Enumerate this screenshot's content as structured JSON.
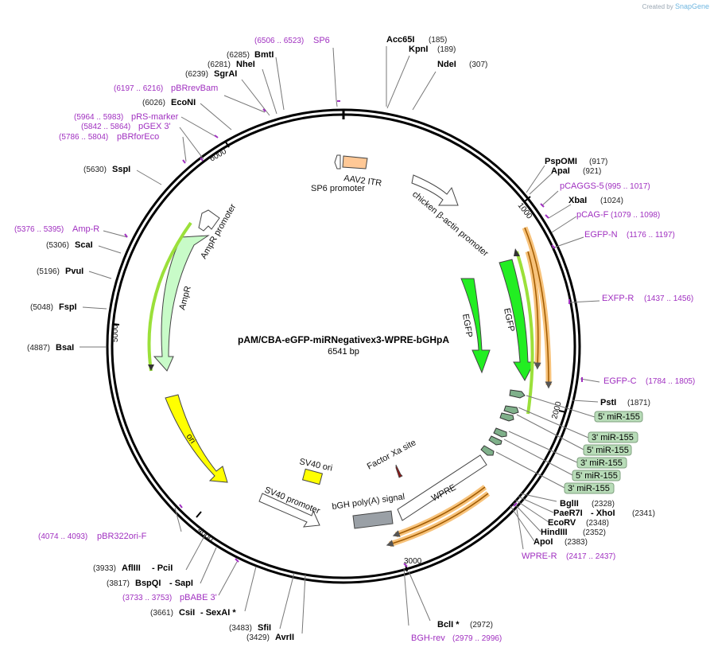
{
  "brand": {
    "created_by": "Created by",
    "product": "SnapGene"
  },
  "plasmid": {
    "name": "pAM/CBA-eGFP-miRNegativex3-WPRE-bGHpA",
    "size": "6541 bp"
  },
  "ticks": [
    "1000",
    "2000",
    "3000",
    "4000",
    "5000",
    "6000"
  ],
  "features": {
    "sp6_promoter": "SP6 promoter",
    "aav2_itr": "AAV2 ITR",
    "cba_promoter": "chicken β-actin promoter",
    "egfp_inner": "EGFP",
    "egfp_outer": "EGFP",
    "wpre": "WPRE",
    "bgh_polya": "bGH poly(A) signal",
    "factor_xa": "Factor Xa site",
    "sv40_promoter": "SV40 promoter",
    "sv40_ori": "SV40 ori",
    "ori": "ori",
    "ampr": "AmpR",
    "ampr_promoter": "AmpR promoter"
  },
  "mirna_labels": [
    "5' miR-155",
    "3' miR-155",
    "5' miR-155",
    "3' miR-155",
    "5' miR-155",
    "3' miR-155"
  ],
  "enzymes_left": [
    {
      "name": "BmtI",
      "pos": "(6285)"
    },
    {
      "name": "NheI",
      "pos": "(6281)"
    },
    {
      "name": "SgrAI",
      "pos": "(6239)"
    },
    {
      "name": "EcoNI",
      "pos": "(6026)"
    },
    {
      "name": "SspI",
      "pos": "(5630)"
    },
    {
      "name": "ScaI",
      "pos": "(5306)"
    },
    {
      "name": "PvuI",
      "pos": "(5196)"
    },
    {
      "name": "FspI",
      "pos": "(5048)"
    },
    {
      "name": "BsaI",
      "pos": "(4887)"
    },
    {
      "name": "AflIII",
      "name2": "- PciI",
      "pos": "(3933)"
    },
    {
      "name": "BspQI",
      "name2": "- SapI",
      "pos": "(3817)"
    },
    {
      "name": "CsiI",
      "name2": "- SexAI *",
      "pos": "(3661)"
    },
    {
      "name": "SfiI",
      "pos": "(3483)"
    },
    {
      "name": "AvrII",
      "pos": "(3429)"
    }
  ],
  "enzymes_right": [
    {
      "name": "Acc65I",
      "pos": "(185)"
    },
    {
      "name": "KpnI",
      "pos": "(189)"
    },
    {
      "name": "NdeI",
      "pos": "(307)"
    },
    {
      "name": "PspOMI",
      "pos": "(917)"
    },
    {
      "name": "ApaI",
      "pos": "(921)"
    },
    {
      "name": "XbaI",
      "pos": "(1024)"
    },
    {
      "name": "PstI",
      "pos": "(1871)"
    },
    {
      "name": "BglII",
      "pos": "(2328)"
    },
    {
      "name": "PaeR7I",
      "name2": "- XhoI",
      "pos": "(2341)"
    },
    {
      "name": "EcoRV",
      "pos": "(2348)"
    },
    {
      "name": "HindIII",
      "pos": "(2352)"
    },
    {
      "name": "ApoI",
      "pos": "(2383)"
    },
    {
      "name": "BclI *",
      "pos": "(2972)"
    }
  ],
  "primers": [
    {
      "name": "SP6",
      "range": "(6506 .. 6523)"
    },
    {
      "name": "pBRrevBam",
      "range": "(6197 .. 6216)"
    },
    {
      "name": "pRS-marker",
      "range": "(5964 .. 5983)"
    },
    {
      "name": "pGEX 3'",
      "range": "(5842 .. 5864)"
    },
    {
      "name": "pBRforEco",
      "range": "(5786 .. 5804)"
    },
    {
      "name": "Amp-R",
      "range": "(5376 .. 5395)"
    },
    {
      "name": "pBR322ori-F",
      "range": "(4074 .. 4093)"
    },
    {
      "name": "pBABE 3'",
      "range": "(3733 .. 3753)"
    },
    {
      "name": "BGH-rev",
      "range": "(2979 .. 2996)"
    },
    {
      "name": "WPRE-R",
      "range": "(2417 .. 2437)"
    },
    {
      "name": "pCAGGS-5",
      "range": "(995 .. 1017)"
    },
    {
      "name": "pCAG-F",
      "range": "(1079 .. 1098)"
    },
    {
      "name": "EGFP-N",
      "range": "(1176 .. 1197)"
    },
    {
      "name": "EXFP-R",
      "range": "(1437 .. 1456)"
    },
    {
      "name": "EGFP-C",
      "range": "(1784 .. 1805)"
    }
  ]
}
